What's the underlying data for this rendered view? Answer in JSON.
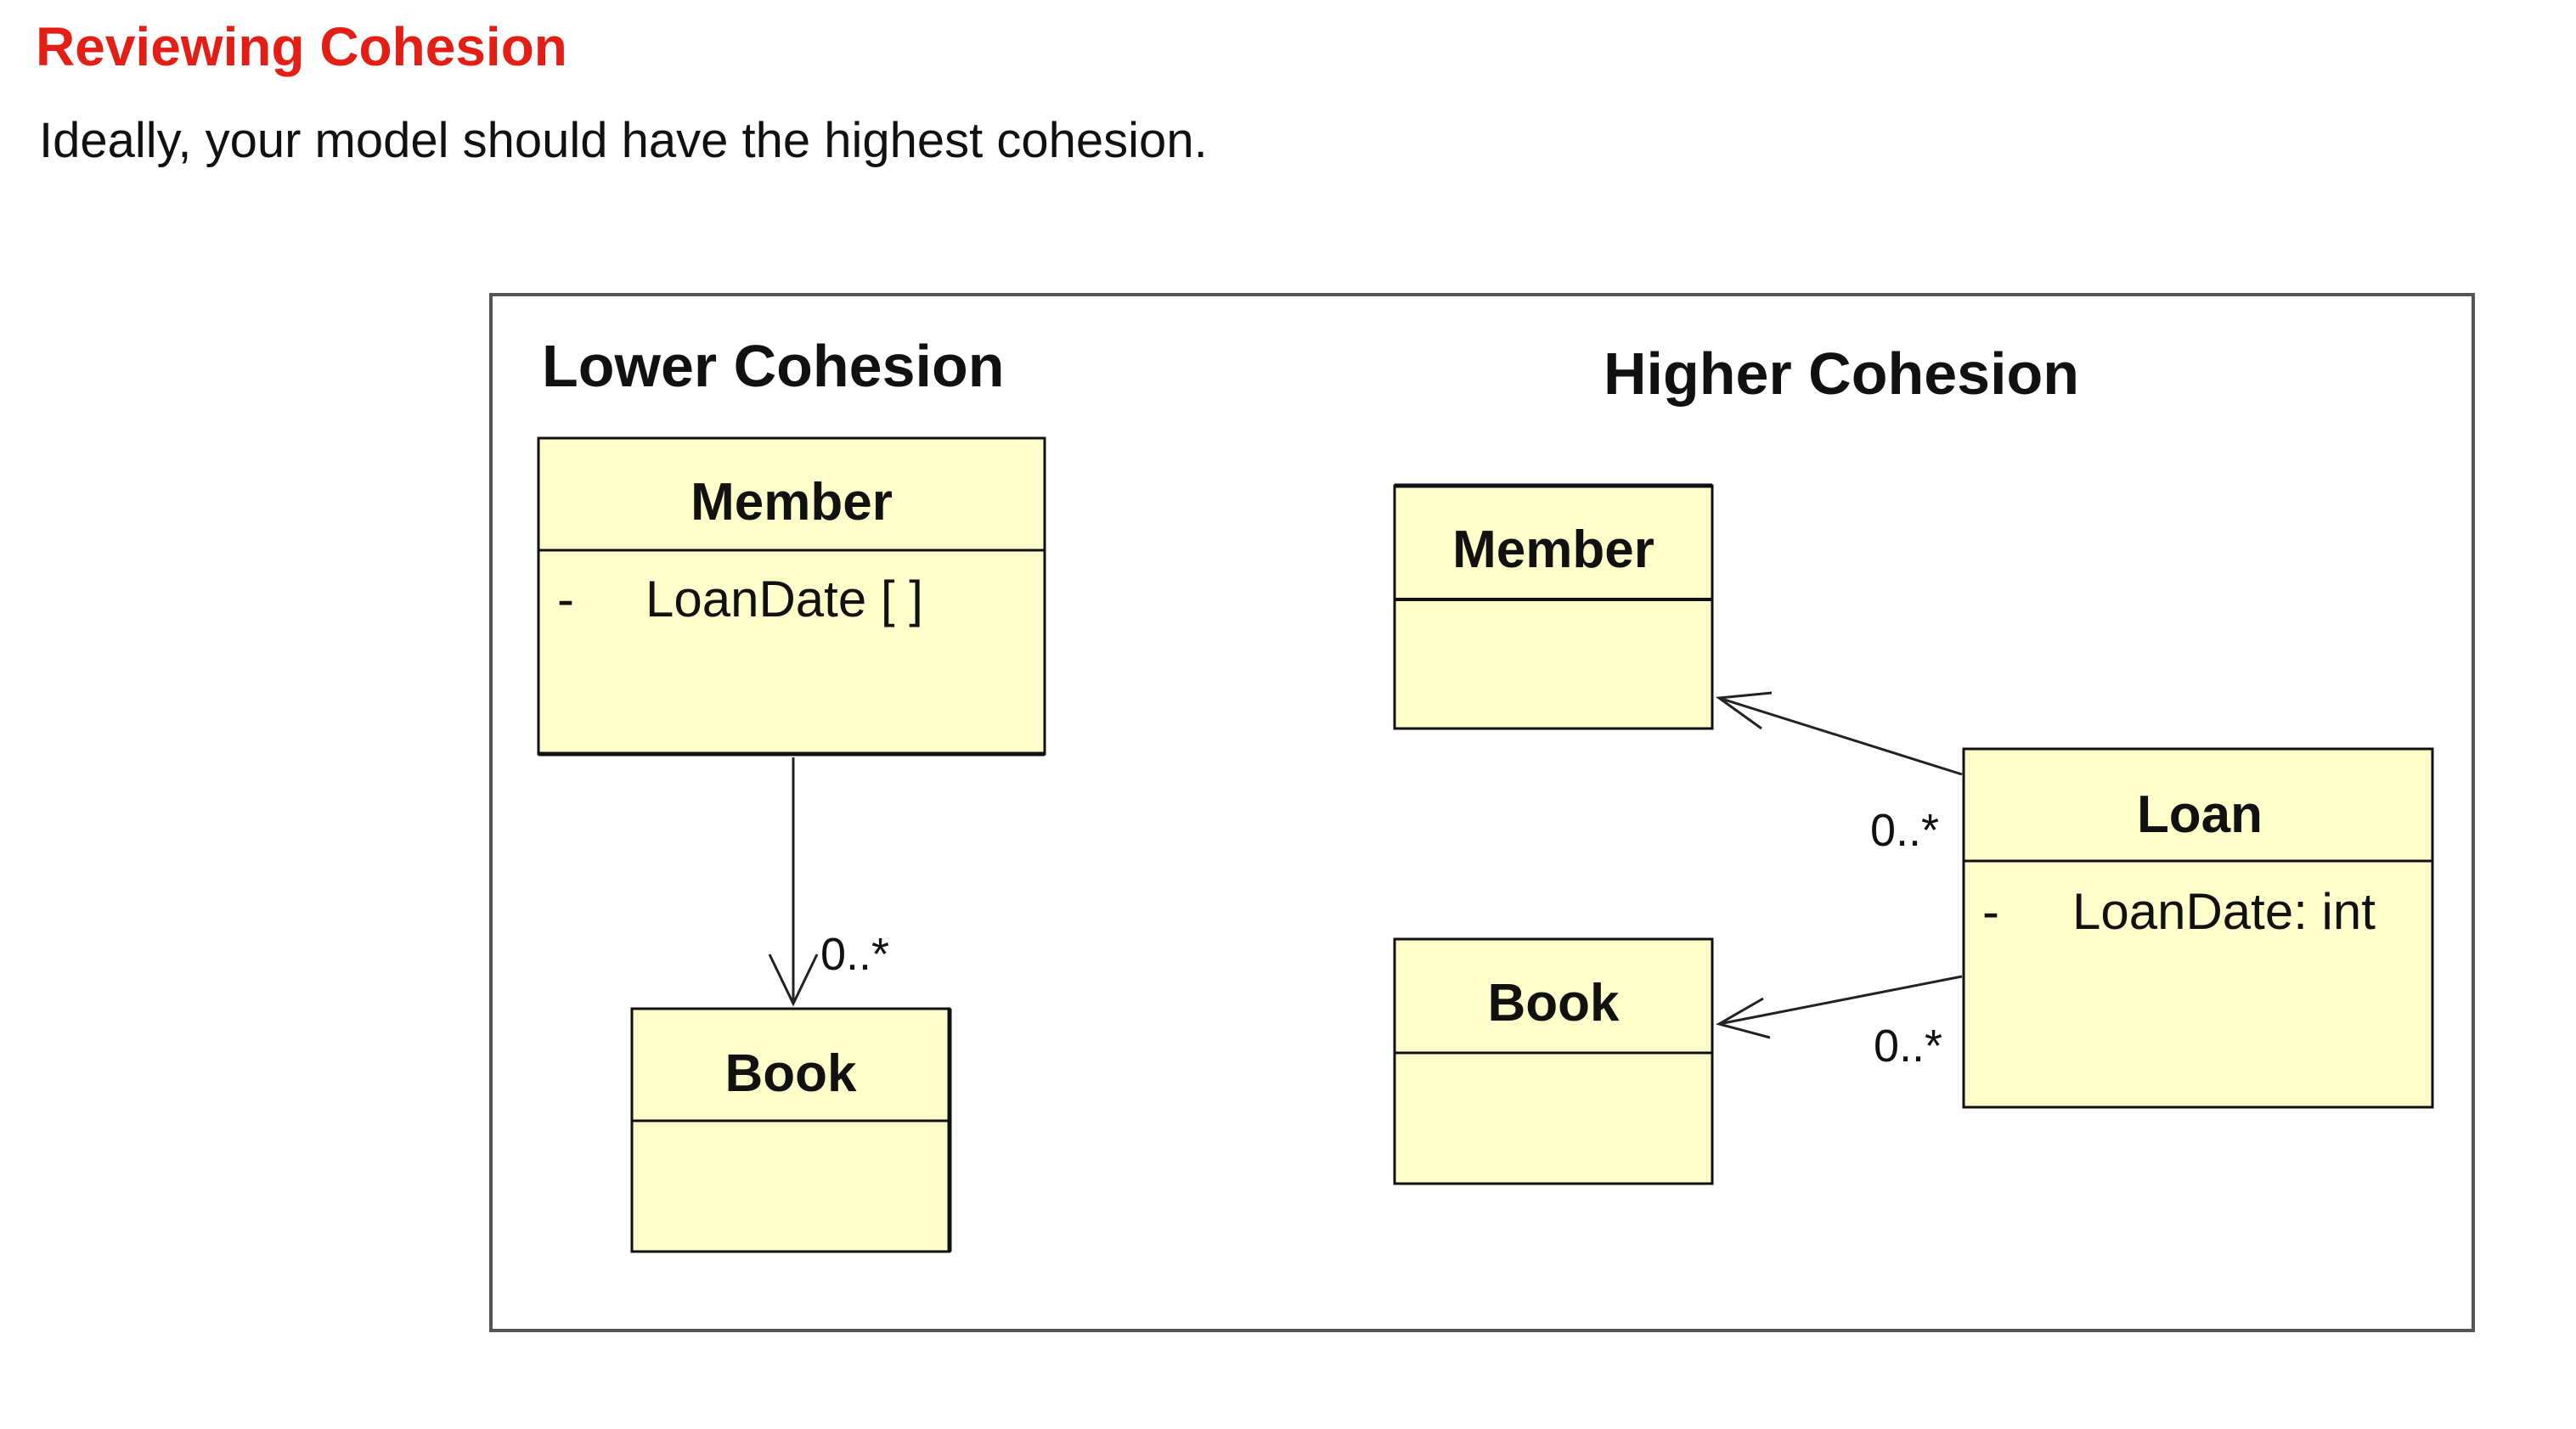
{
  "page": {
    "title": "Reviewing Cohesion",
    "subtitle": "Ideally, your model should have the highest cohesion."
  },
  "colors": {
    "title_red": "#e41e14",
    "class_fill": "#ffffcc",
    "outline": "#111111"
  },
  "diagram": {
    "lower": {
      "title": "Lower Cohesion",
      "member": {
        "name": "Member",
        "attr_visibility": "-",
        "attr": "LoanDate [ ]"
      },
      "book": {
        "name": "Book"
      },
      "multiplicity": "0..*"
    },
    "higher": {
      "title": "Higher Cohesion",
      "member": {
        "name": "Member"
      },
      "book": {
        "name": "Book"
      },
      "loan": {
        "name": "Loan",
        "attr_visibility": "-",
        "attr": "LoanDate: int"
      },
      "multiplicity_member": "0..*",
      "multiplicity_book": "0..*"
    }
  }
}
